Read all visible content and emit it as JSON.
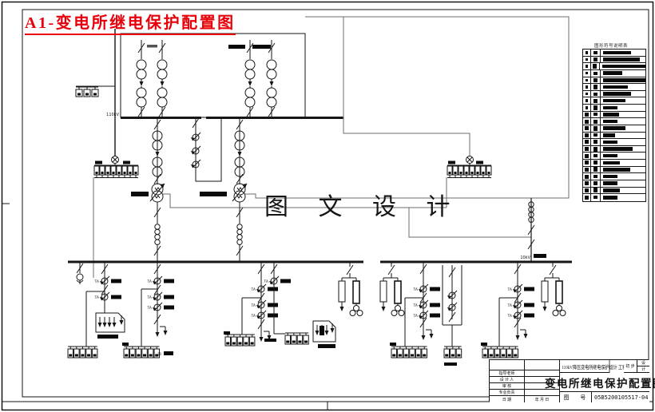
{
  "page": {
    "bg": "#ffffff",
    "line_color": "#161616",
    "accent_red": "#e8000b"
  },
  "header": {
    "title": "A1-变电所继电保护配置图"
  },
  "watermark": {
    "text": "图 文 设 计"
  },
  "diagram": {
    "bus_110kv_label": "110kV",
    "bus_10kv_label": "10kV",
    "ct_label": "TA",
    "feeder_tag": "10"
  },
  "legend": {
    "title": "图形符号说明表",
    "rows": [
      0.62,
      0.82,
      0.97,
      0.42,
      0.95,
      0.55,
      0.62,
      0.5,
      0.33,
      0.36,
      0.33,
      0.5,
      0.27,
      0.33,
      0.66,
      0.33,
      0.38,
      0.6,
      0.33,
      0.33,
      0.38,
      0.33
    ]
  },
  "title_block": {
    "project": "110kV降压变电所继电保护设计 工程",
    "stage_left": "初 步",
    "stage_top": "设",
    "stage_bottom": "计",
    "main_title": "变电所继电保护配置图",
    "no_label": "图 号",
    "drawing_no": "05B5200105517-04",
    "rows": [
      "指导老师",
      "设 计 人",
      "审 核",
      "专业负责",
      "日 期"
    ],
    "date_placeholder": "年 月 日"
  }
}
